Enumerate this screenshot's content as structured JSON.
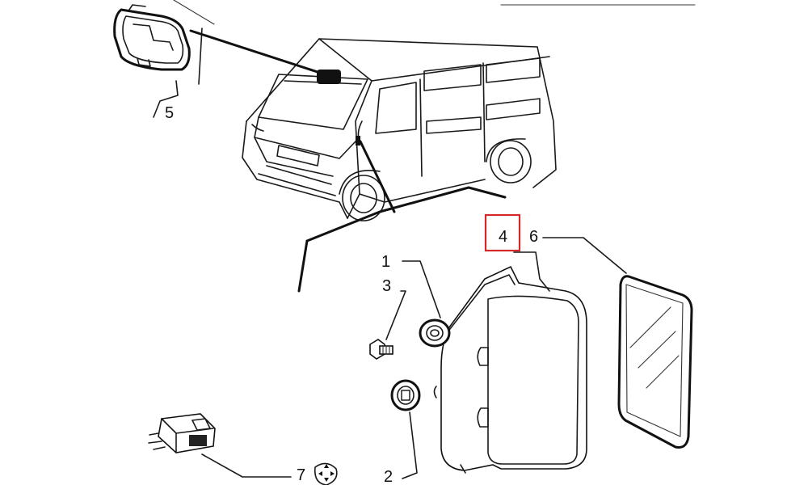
{
  "parts": [
    {
      "label": "1"
    },
    {
      "label": "2"
    },
    {
      "label": "3"
    },
    {
      "label": "4",
      "highlighted": true,
      "highlight_color": "#d62828"
    },
    {
      "label": "5"
    },
    {
      "label": "6"
    },
    {
      "label": "7"
    }
  ]
}
